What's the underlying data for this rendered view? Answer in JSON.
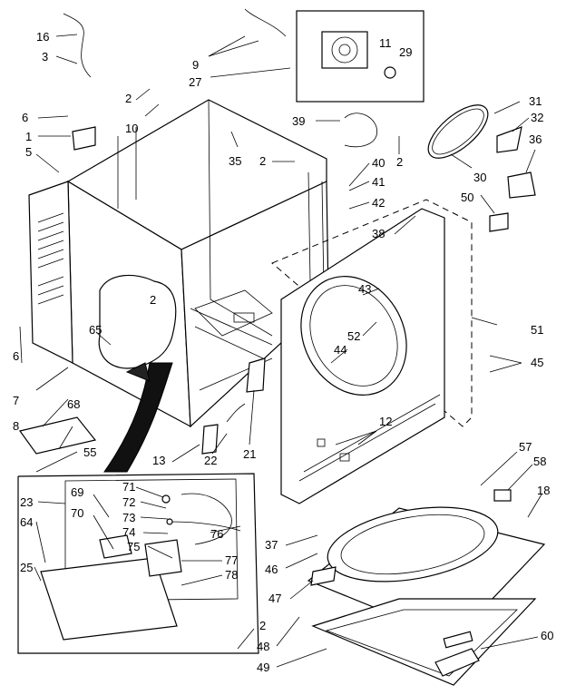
{
  "callouts": {
    "c16": "16",
    "c3": "3",
    "c9": "9",
    "c27": "27",
    "c11": "11",
    "c29": "29",
    "c2a": "2",
    "c10": "10",
    "c6a": "6",
    "c1": "1",
    "c5": "5",
    "c35": "35",
    "c2b": "2",
    "c39": "39",
    "c2c": "2",
    "c40": "40",
    "c41": "41",
    "c42": "42",
    "c38": "38",
    "c31": "31",
    "c32": "32",
    "c36": "36",
    "c30": "30",
    "c50": "50",
    "c2d": "2",
    "c65": "65",
    "c6b": "6",
    "c7": "7",
    "c8": "8",
    "c68": "68",
    "c55": "55",
    "c43": "43",
    "c52": "52",
    "c44": "44",
    "c51": "51",
    "c45": "45",
    "c12": "12",
    "c13": "13",
    "c22": "22",
    "c21": "21",
    "c57": "57",
    "c58": "58",
    "c18": "18",
    "c23": "23",
    "c69": "69",
    "c71": "71",
    "c72": "72",
    "c73": "73",
    "c74": "74",
    "c75": "75",
    "c76": "76",
    "c77": "77",
    "c78": "78",
    "c70": "70",
    "c64": "64",
    "c25": "25",
    "c2e": "2",
    "c37": "37",
    "c46": "46",
    "c47": "47",
    "c48": "48",
    "c49": "49",
    "c60": "60"
  },
  "colors": {
    "ink": "#000000",
    "paper": "#ffffff"
  }
}
